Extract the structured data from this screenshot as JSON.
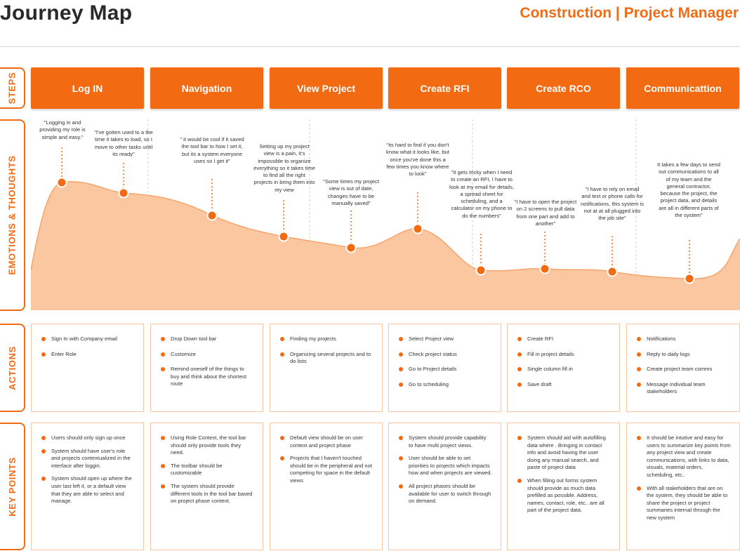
{
  "header": {
    "title": "Journey Map",
    "subtitle": "Construction | Project Manager"
  },
  "row_labels": {
    "steps": "STEPS",
    "emotions": "EMOTIONS & THOUGHTS",
    "actions": "ACTIONS",
    "key_points": "KEY POINTS"
  },
  "colors": {
    "accent": "#f26b12",
    "curve_fill": "#fbc7a1",
    "card_border": "#f7c7a4"
  },
  "steps": [
    "Log IN",
    "Navigation",
    "View Project",
    "Create RFI",
    "Create RCO",
    "Communicattion"
  ],
  "emotion_quotes": [
    "\"Logging in and providing my role  is simple and easy.\"",
    "\"I've gotten used to a the time it takes to load, so I move to other tasks until its ready\"",
    "\" it would be cool if it saved the tool bar to how I set it, but its a system everyone uses so I get it\"",
    "Setting up my project view is a pain, it's impossible to organize everything so it takes time to find all the right projects in bring them into my view",
    "\"Some times my project view is out of date, changes have to be manually saved\"",
    "\"its hard to find if you don't know what it looks like, but once you've done this a few times you know where to look\"",
    "\"It gets tricky when I need to create an RFI, I have to look at my email for details, a spread sheet for scheduling, and a calculator on my phone to do the numbers\"",
    "\"I have to open the project on 2 screens to pull data from one part and add to another\"",
    "\"I have to rely on email and text or phone calls for notifications, this system is not at at all plugged into the job site\"",
    "It takes a few days to send out communications to all of my team and the general contractor, because the project, the project data, and details are all in different parts of the system\""
  ],
  "actions": [
    [
      "Sign In with Company email",
      "Enter Role"
    ],
    [
      "Drop Down tool bar",
      "Customize",
      "Remind oneself of the things to buy and think about the shortest route"
    ],
    [
      "Finding my projects",
      "Organizing several projects and to do lists"
    ],
    [
      "Select Project view",
      "Check project status",
      "Go to Project details",
      "Go to scheduling"
    ],
    [
      "Create RFI",
      "Fill in project details",
      "Single column fill in",
      "Save draft"
    ],
    [
      "Notifications",
      "Reply to daily logs",
      "Create project team comms",
      "Message individual team stakeholders"
    ]
  ],
  "key_points": [
    [
      "Users should only sign up once",
      "System should have user's role and projects contextualized in the interface after loggin.",
      "System should open up where the user last left it, or a default view that they are able to select and manage."
    ],
    [
      "Using Role Context, the tool bar should only provide tools they need.",
      "The toolbar should be customizable",
      "The system should provide different tools in the tool bar based on project phase context."
    ],
    [
      "Default view should be on user context and project phase",
      "Projects that I haven't touched should be in the peripheral and not competing for space in the default views"
    ],
    [
      "System should provide capability to have multi project views.",
      "User should be able to set priorities to projects which impacts how and when projects are viewed.",
      "All project phases should be available for user to switch through on demand."
    ],
    [
      "System should aid with autofilling data where . Bringing in contact info and avoid having the user doing any manual search, and paste of project data",
      "When filling out forms system should provide as much data prefilled as possible. Address, names, contact, role, etc.. are all part of the project data."
    ],
    [
      "It should be intutive and easy for users to summarize key points from any project view and create communications, with links to data, visuals, material orders, scheduling, etc..",
      "With all stakeholders that are on the system, they should be able to share the project or project summaries internal through the new system"
    ]
  ]
}
